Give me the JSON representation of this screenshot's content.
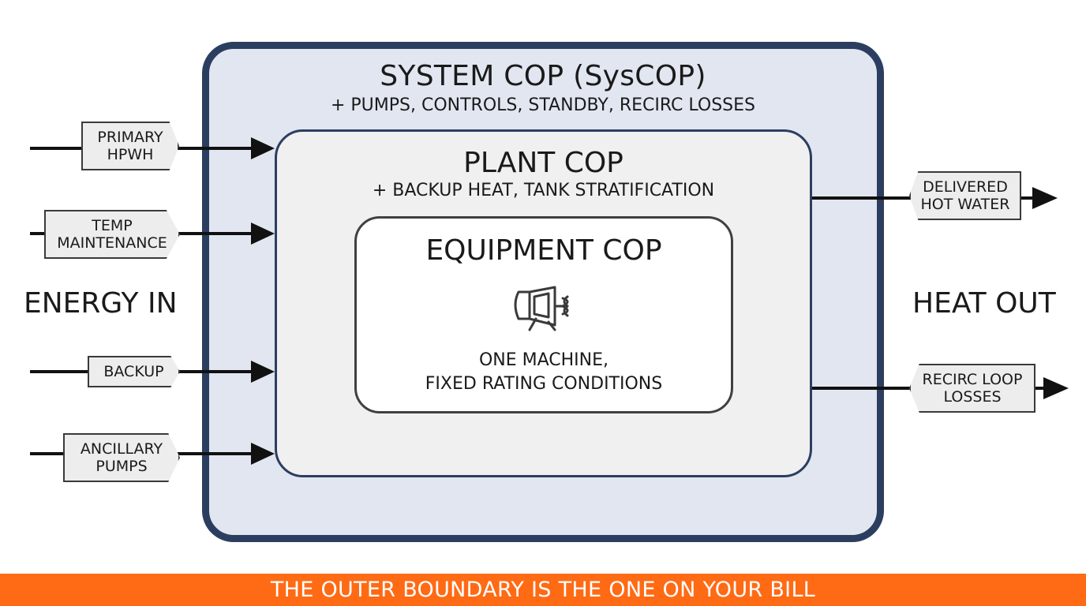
{
  "system": {
    "title": "SYSTEM COP (SysCOP)",
    "subtitle": "+ PUMPS, CONTROLS, STANDBY, RECIRC LOSSES"
  },
  "plant": {
    "title": "PLANT COP",
    "subtitle": "+ BACKUP HEAT, TANK STRATIFICATION"
  },
  "equipment": {
    "title": "EQUIPMENT COP",
    "icon": "heat-pump-icon",
    "desc_line1": "ONE MACHINE,",
    "desc_line2": "FIXED RATING CONDITIONS"
  },
  "energy_in": {
    "label": "ENERGY IN",
    "inputs": [
      {
        "line1": "PRIMARY",
        "line2": "HPWH"
      },
      {
        "line1": "TEMP",
        "line2": "MAINTENANCE"
      },
      {
        "line1": "BACKUP",
        "line2": ""
      },
      {
        "line1": "ANCILLARY",
        "line2": "PUMPS"
      }
    ]
  },
  "heat_out": {
    "label": "HEAT OUT",
    "outputs": [
      {
        "line1": "DELIVERED",
        "line2": "HOT WATER"
      },
      {
        "line1": "RECIRC LOOP",
        "line2": "LOSSES"
      }
    ]
  },
  "banner": {
    "text": "THE OUTER BOUNDARY IS THE ONE ON YOUR BILL"
  },
  "colors": {
    "system_fill": "#e2e6f1",
    "boundary_navy": "#2c3e60",
    "banner_orange": "#ff6a14"
  }
}
